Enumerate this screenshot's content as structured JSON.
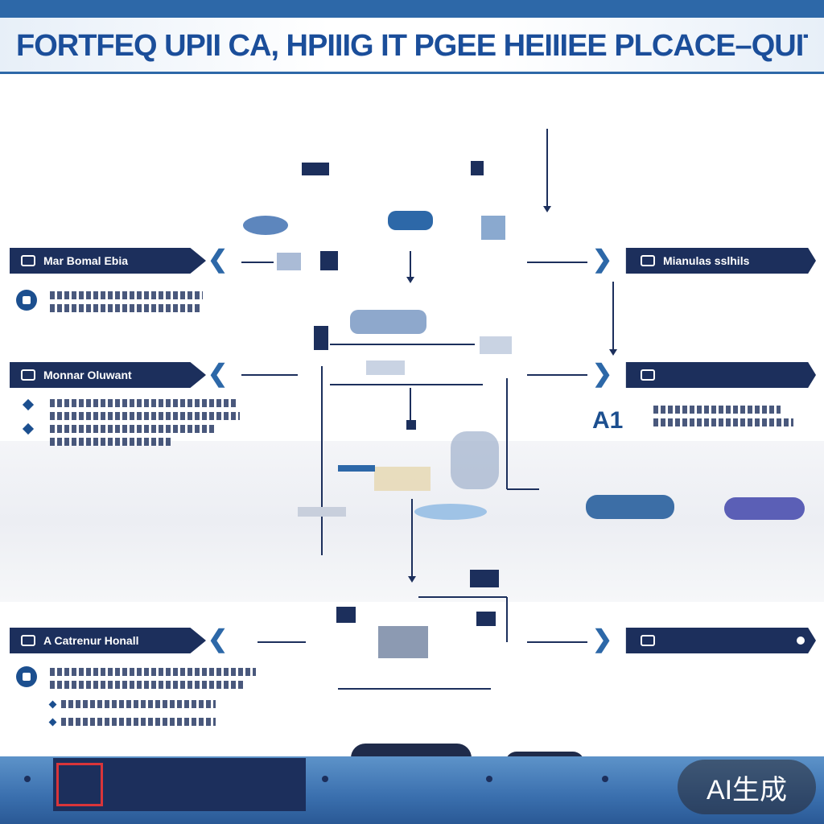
{
  "header": {
    "title": "FORTFEQ UPII CA, HPIIIG IT PGEE HEIIIEE PLCACE–QUITA",
    "subtitle": "",
    "tagline": "",
    "left_heading": "",
    "right_heading": ""
  },
  "stages_left": [
    {
      "label": "Mar Bomal Ebia"
    },
    {
      "label": "Monnar Oluwant"
    },
    {
      "label": "A Catrenur Honall"
    }
  ],
  "stages_right": [
    {
      "label": "Mianulas sslhils"
    },
    {
      "label": ""
    },
    {
      "label": ""
    }
  ],
  "side_mark": "A1",
  "footer": {
    "label": "",
    "badge": "AI生成"
  },
  "colors": {
    "navy": "#1c2f5c",
    "blue": "#2d68a8",
    "accent_red": "#d9353a"
  },
  "icons": [
    "monitor-icon",
    "gear-icon",
    "car-icon",
    "document-icon",
    "server-icon",
    "arrow-icon"
  ]
}
